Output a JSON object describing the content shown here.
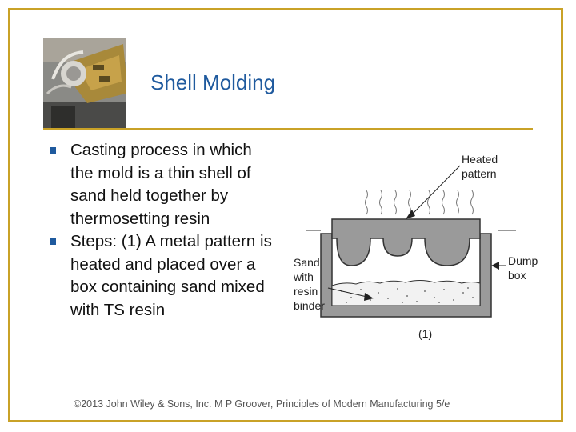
{
  "slide": {
    "title": "Shell Molding",
    "bullets": [
      "Casting process in which the mold is a thin shell of sand held together by thermosetting resin",
      "Steps: (1) A metal pattern is heated and placed over a box containing sand mixed with TS resin"
    ],
    "figure": {
      "label_heated": "Heated",
      "label_pattern": "pattern",
      "label_sand": "Sand",
      "label_with": "with",
      "label_resin": "resin",
      "label_binder": "binder",
      "label_dump": "Dump",
      "label_box": "box",
      "caption": "(1)"
    },
    "footer": "©2013 John Wiley & Sons, Inc. M P Groover, Principles of Modern Manufacturing 5/e"
  },
  "colors": {
    "accent": "#c9a227",
    "title": "#1f5a9e"
  }
}
